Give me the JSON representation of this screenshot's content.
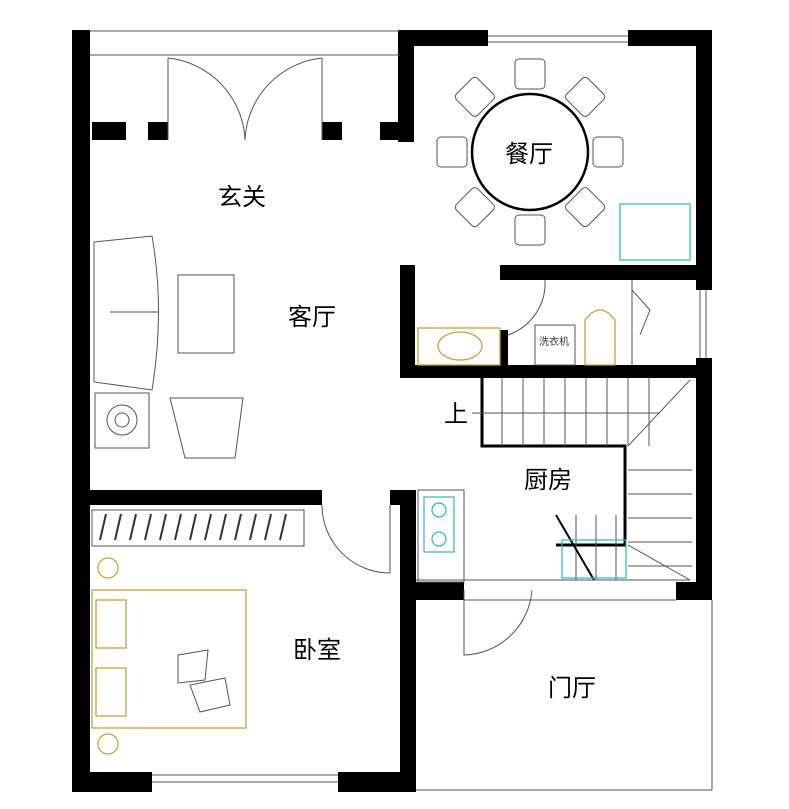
{
  "title": "一层平面图",
  "rooms": {
    "entry": "玄关",
    "living": "客厅",
    "dining": "餐厅",
    "kitchen": "厨房",
    "bedroom": "卧室",
    "foyer": "门厅"
  },
  "stairs_label": "上",
  "appliance_label": "洗衣机",
  "colors": {
    "wall": "#000000",
    "furniture_yellow": "#c8a238",
    "fixture_cyan": "#2bb6c4"
  }
}
